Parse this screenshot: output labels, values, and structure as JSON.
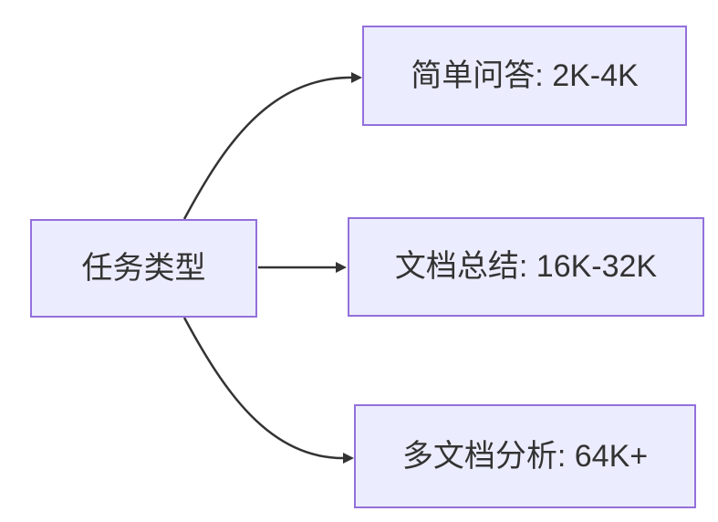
{
  "diagram": {
    "type": "flowchart-left-to-right",
    "colors": {
      "background": "#FFFFFF",
      "node_fill": "#ECECFF",
      "node_border": "#9370DB",
      "edge": "#333333",
      "text": "#333333"
    },
    "root": {
      "id": "task-type",
      "label": "任务类型"
    },
    "branches": [
      {
        "id": "simple-qa",
        "label": "简单问答: 2K-4K"
      },
      {
        "id": "doc-summary",
        "label": "文档总结: 16K-32K"
      },
      {
        "id": "multi-doc",
        "label": "多文档分析: 64K+"
      }
    ],
    "edges": [
      {
        "from": "task-type",
        "to": "simple-qa"
      },
      {
        "from": "task-type",
        "to": "doc-summary"
      },
      {
        "from": "task-type",
        "to": "multi-doc"
      }
    ]
  }
}
